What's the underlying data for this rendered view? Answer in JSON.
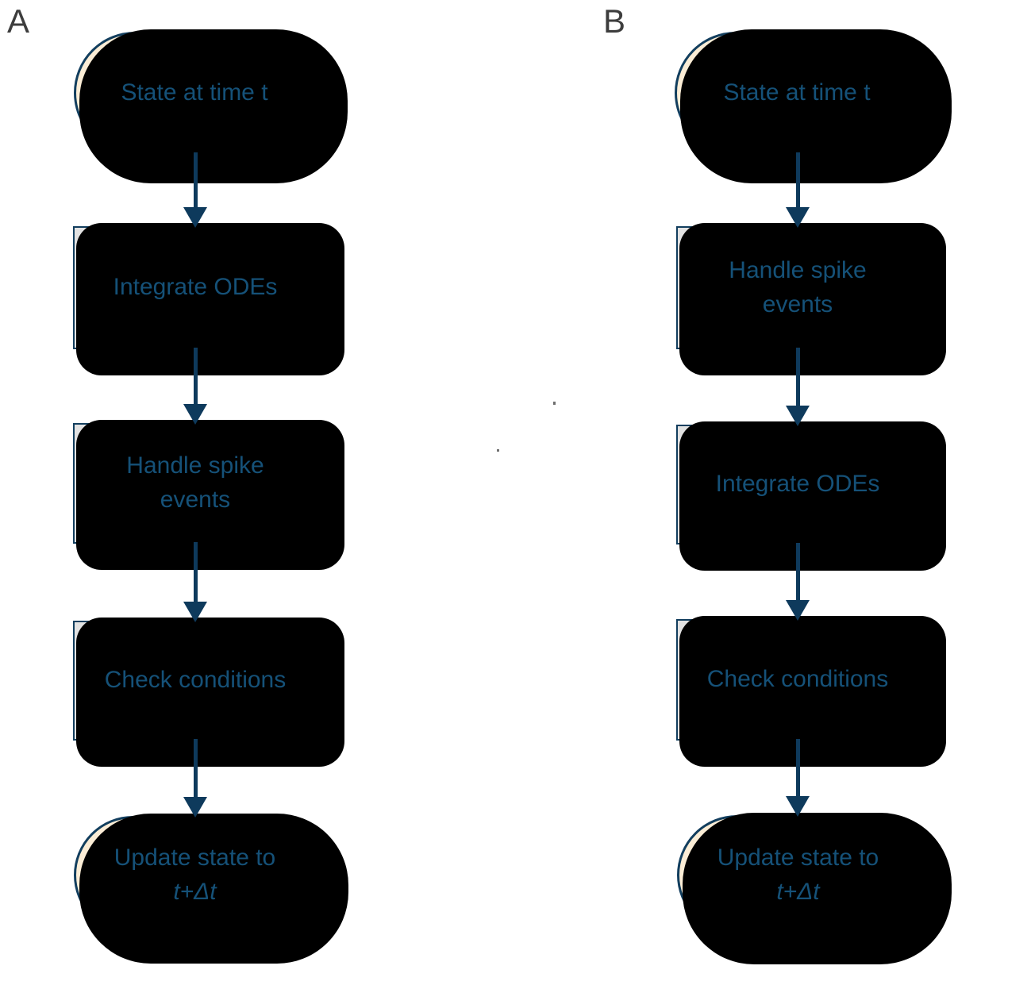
{
  "figure": {
    "panels": [
      {
        "label": "A",
        "start": "State at time t",
        "steps": [
          "Integrate ODEs",
          "Handle spike\nevents",
          "Check conditions"
        ],
        "end_line1": "Update state to",
        "end_line2": "t+Δt"
      },
      {
        "label": "B",
        "start": "State at time t",
        "steps": [
          "Handle spike\nevents",
          "Integrate ODEs",
          "Check conditions"
        ],
        "end_line1": "Update state to",
        "end_line2": "t+Δt"
      }
    ]
  },
  "colors": {
    "terminal_fill": "#FBEDD6",
    "process_fill": "#E2E2E2",
    "node_border": "#123E5E",
    "node_text": "#155178",
    "arrow": "#0E3A5C",
    "shadow": "#000000",
    "panel_label": "#3D3D3D"
  }
}
